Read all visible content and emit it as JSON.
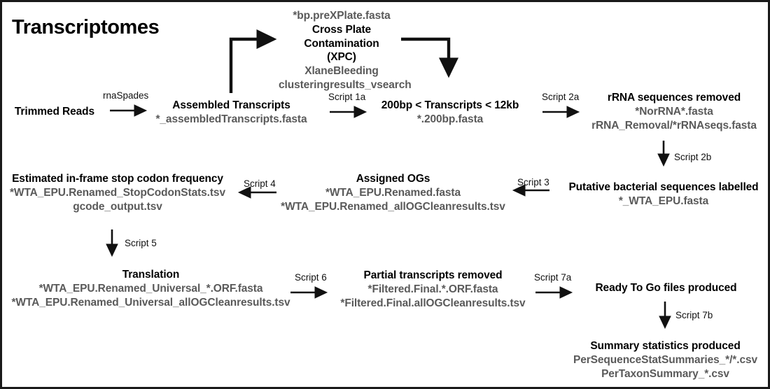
{
  "page": {
    "title": "Transcriptomes",
    "border_color": "#1a1a1a",
    "title_color": "#000000",
    "node_title_color": "#000000",
    "file_text_color": "#5a5a5a",
    "arrow_color": "#111111"
  },
  "nodes": {
    "trimmed_reads": {
      "title": "Trimmed Reads",
      "files": []
    },
    "assembled": {
      "title": "Assembled Transcripts",
      "files": [
        "*_assembledTranscripts.fasta"
      ]
    },
    "xpc": {
      "title_top": "*bp.preXPlate.fasta",
      "title": "Cross Plate",
      "title2": "Contamination",
      "title3": "(XPC)",
      "files": [
        "XlaneBleeding",
        "clusteringresults_vsearch"
      ]
    },
    "size_filter": {
      "title": "200bp < Transcripts < 12kb",
      "files": [
        "*.200bp.fasta"
      ]
    },
    "rrna_removed": {
      "title": "rRNA sequences removed",
      "files": [
        "*NorRNA*.fasta",
        "rRNA_Removal/*rRNAseqs.fasta"
      ]
    },
    "bacterial": {
      "title": "Putative bacterial sequences labelled",
      "files": [
        "*_WTA_EPU.fasta"
      ]
    },
    "assigned_ogs": {
      "title": "Assigned OGs",
      "files": [
        "*WTA_EPU.Renamed.fasta",
        "*WTA_EPU.Renamed_allOGCleanresults.tsv"
      ]
    },
    "stop_codon": {
      "title": "Estimated in-frame stop codon frequency",
      "files": [
        "*WTA_EPU.Renamed_StopCodonStats.tsv",
        "gcode_output.tsv"
      ]
    },
    "translation": {
      "title": "Translation",
      "files": [
        "*WTA_EPU.Renamed_Universal_*.ORF.fasta",
        "*WTA_EPU.Renamed_Universal_allOGCleanresults.tsv"
      ]
    },
    "partial_removed": {
      "title": "Partial transcripts removed",
      "files": [
        "*Filtered.Final.*.ORF.fasta",
        "*Filtered.Final.allOGCleanresults.tsv"
      ]
    },
    "ready_to_go": {
      "title": "Ready To Go files produced",
      "files": []
    },
    "summary_stats": {
      "title": "Summary statistics produced",
      "files": [
        "PerSequenceStatSummaries_*/*.csv",
        "PerTaxonSummary_*.csv"
      ]
    }
  },
  "edges": {
    "rnaspades": "rnaSpades",
    "script1a": "Script 1a",
    "script2a": "Script 2a",
    "script2b": "Script 2b",
    "script3": "Script 3",
    "script4": "Script 4",
    "script5": "Script 5",
    "script6": "Script 6",
    "script7a": "Script 7a",
    "script7b": "Script 7b"
  }
}
